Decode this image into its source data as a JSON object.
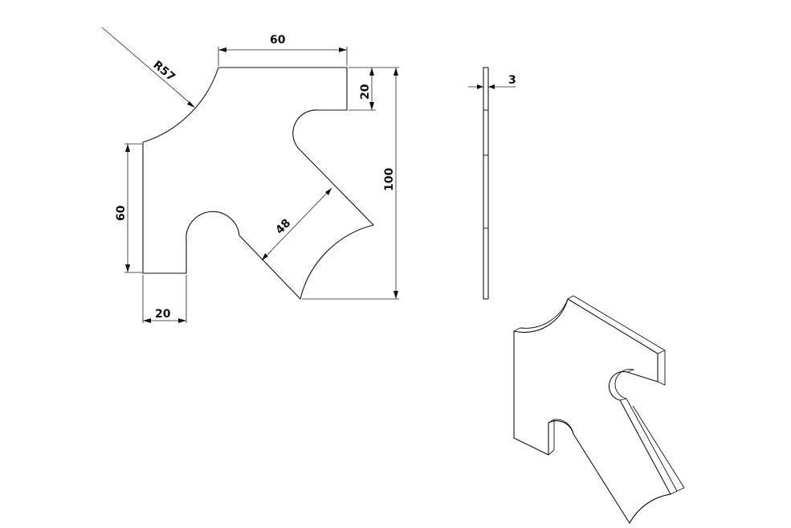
{
  "drawing": {
    "dimensions": {
      "radius": "R57",
      "top_width": "60",
      "top_right_height": "20",
      "overall_height": "100",
      "left_height": "60",
      "arm_width": "48",
      "bottom_width": "20",
      "thickness": "3"
    },
    "line_color": "#111111",
    "background": "#ffffff"
  }
}
